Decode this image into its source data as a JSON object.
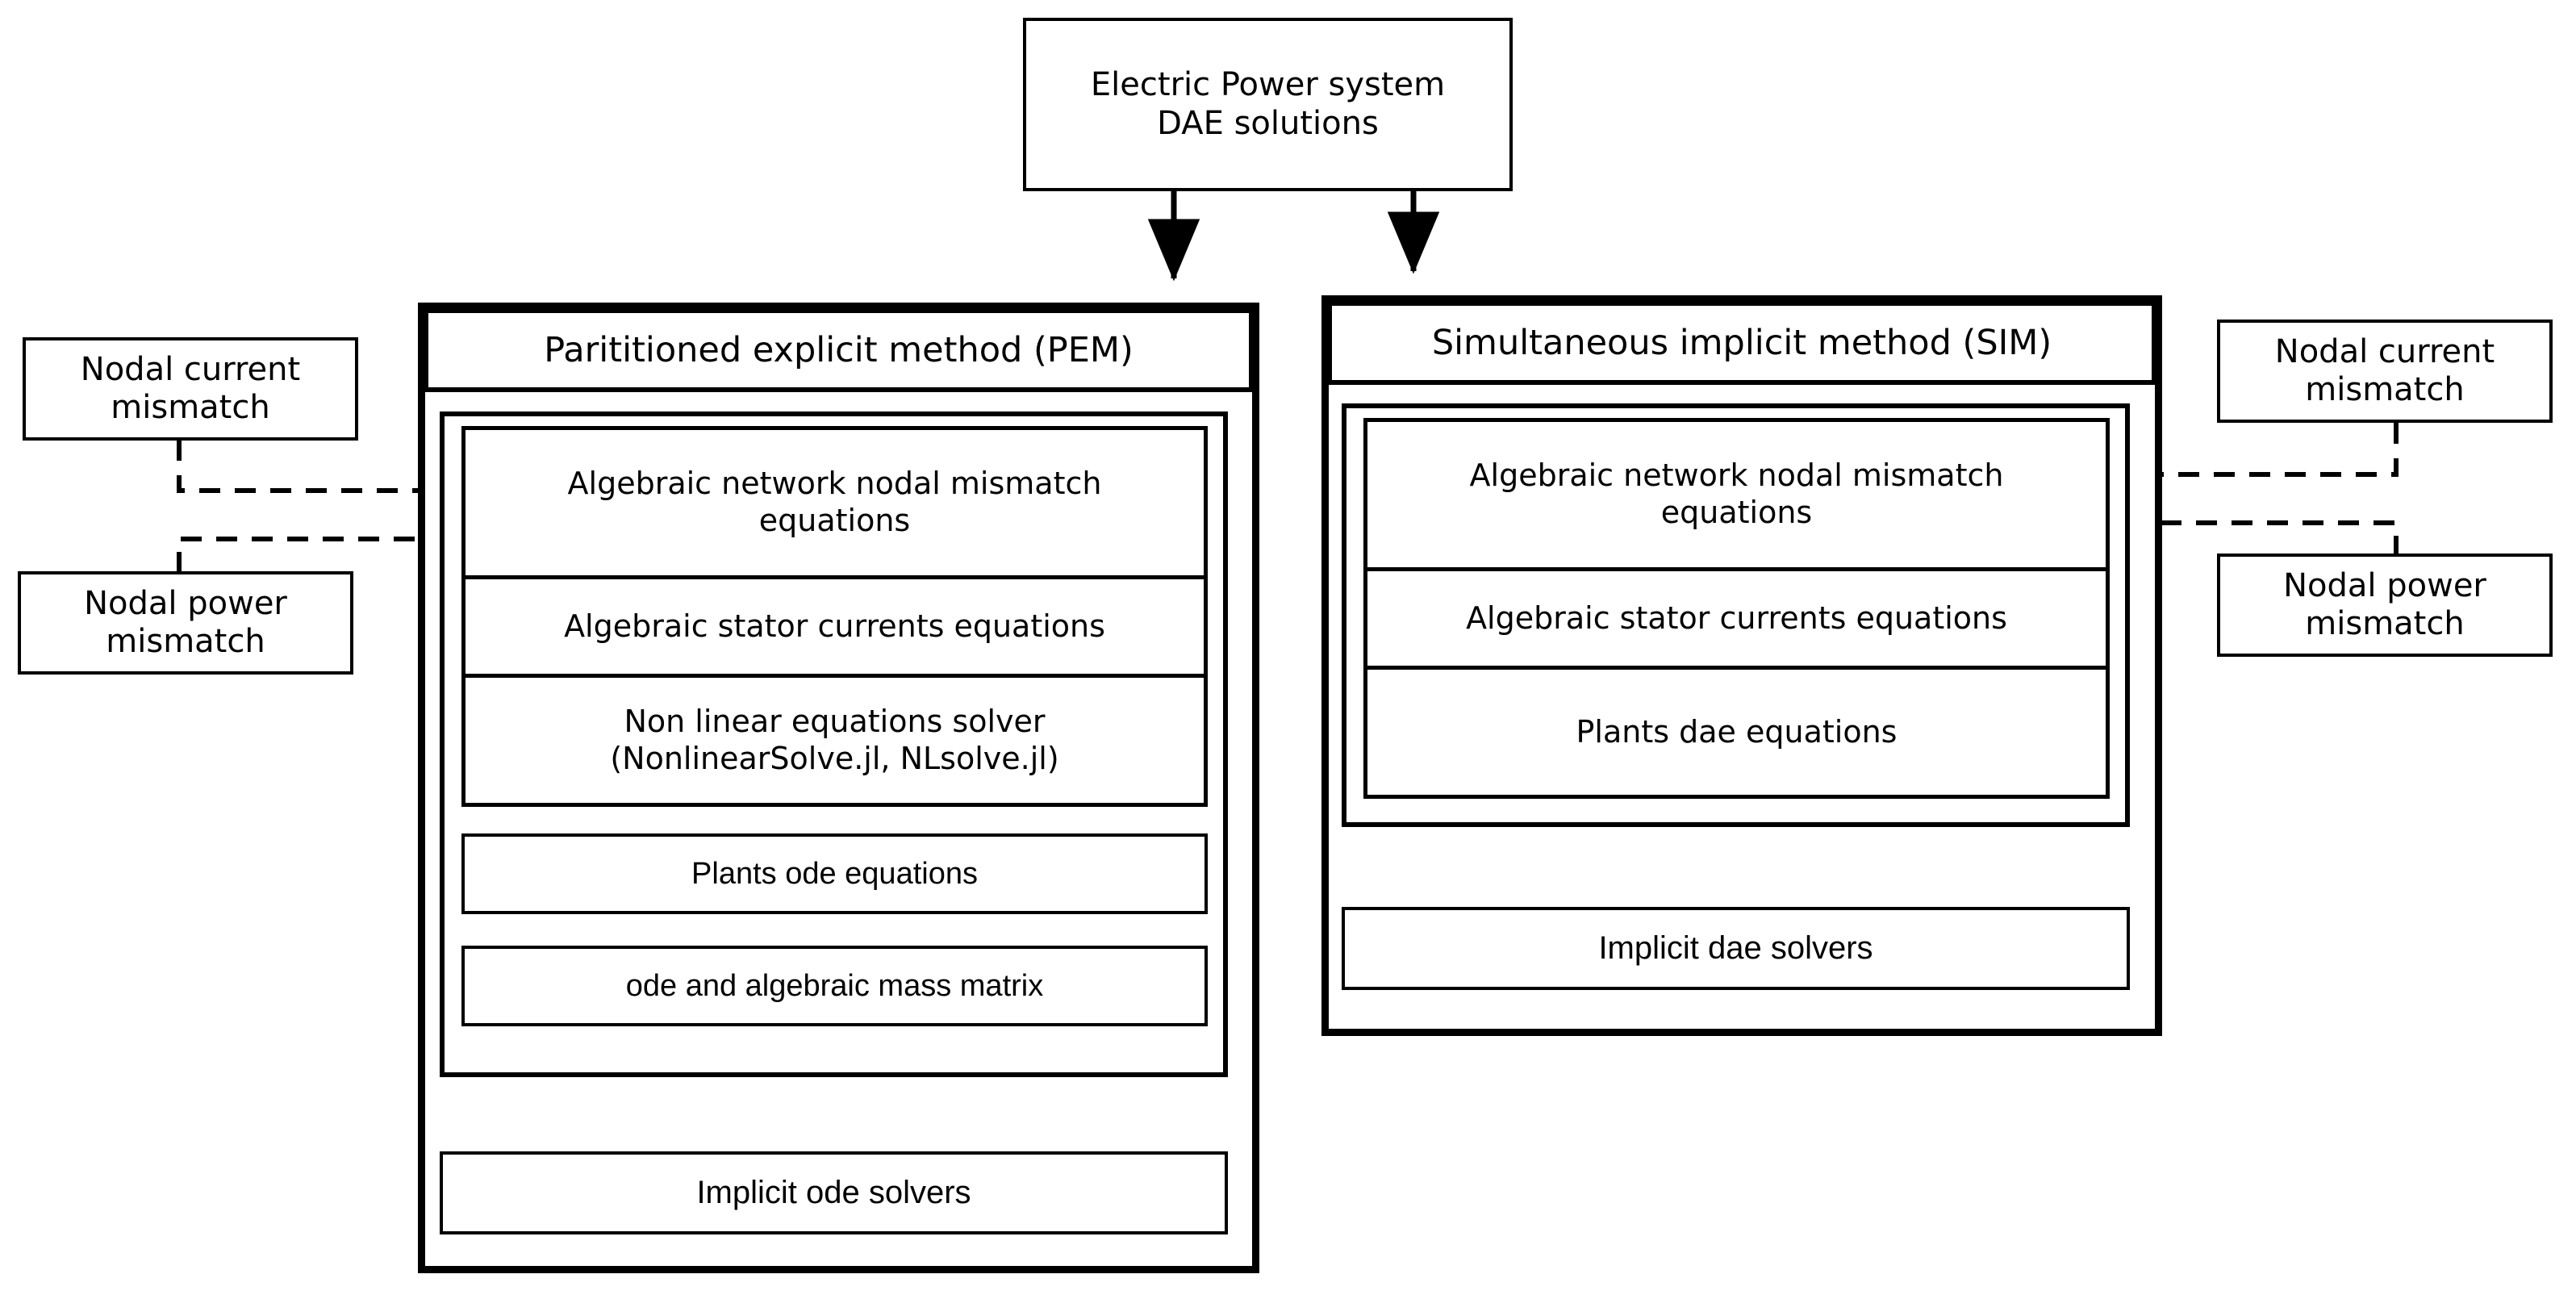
{
  "diagram": {
    "title": "Electric Power system DAE solutions",
    "root": {
      "label": "Electric Power system\nDAE solutions",
      "line1": "Electric Power system",
      "line2": "DAE solutions"
    },
    "methods": [
      {
        "id": "pem",
        "header": "Parititioned explicit method (PEM)",
        "group_rows": [
          "Algebraic network  nodal mismatch equations",
          "Algebraic  stator currents equations",
          "Non linear equations solver (NonlinearSolve.jl, NLsolve.jl)"
        ],
        "group_rows_lines": [
          [
            "Algebraic network  nodal mismatch",
            "equations"
          ],
          [
            "Algebraic  stator currents equations"
          ],
          [
            "Non linear equations solver",
            "(NonlinearSolve.jl, NLsolve.jl)"
          ]
        ],
        "extra_blocks": [
          "Plants ode equations",
          "ode and algebraic mass matrix"
        ],
        "solver": "Implicit ode solvers"
      },
      {
        "id": "sim",
        "header": "Simultaneous implicit method (SIM)",
        "group_rows": [
          "Algebraic network  nodal mismatch equations",
          "Algebraic  stator currents equations",
          "Plants dae equations"
        ],
        "group_rows_lines": [
          [
            "Algebraic network  nodal mismatch",
            "equations"
          ],
          [
            "Algebraic  stator currents equations"
          ],
          [
            "Plants dae equations"
          ]
        ],
        "extra_blocks": [],
        "solver": "Implicit dae solvers"
      }
    ],
    "inputs": {
      "left": [
        {
          "line1": "Nodal current",
          "line2": "mismatch"
        },
        {
          "line1": "Nodal power",
          "line2": "mismatch"
        }
      ],
      "right": [
        {
          "line1": "Nodal current",
          "line2": "mismatch"
        },
        {
          "line1": "Nodal power",
          "line2": "mismatch"
        }
      ]
    },
    "connectors": {
      "solid_arrow_style": "solid",
      "input_arrow_style": "dashed",
      "stroke_color": "#000000"
    }
  }
}
